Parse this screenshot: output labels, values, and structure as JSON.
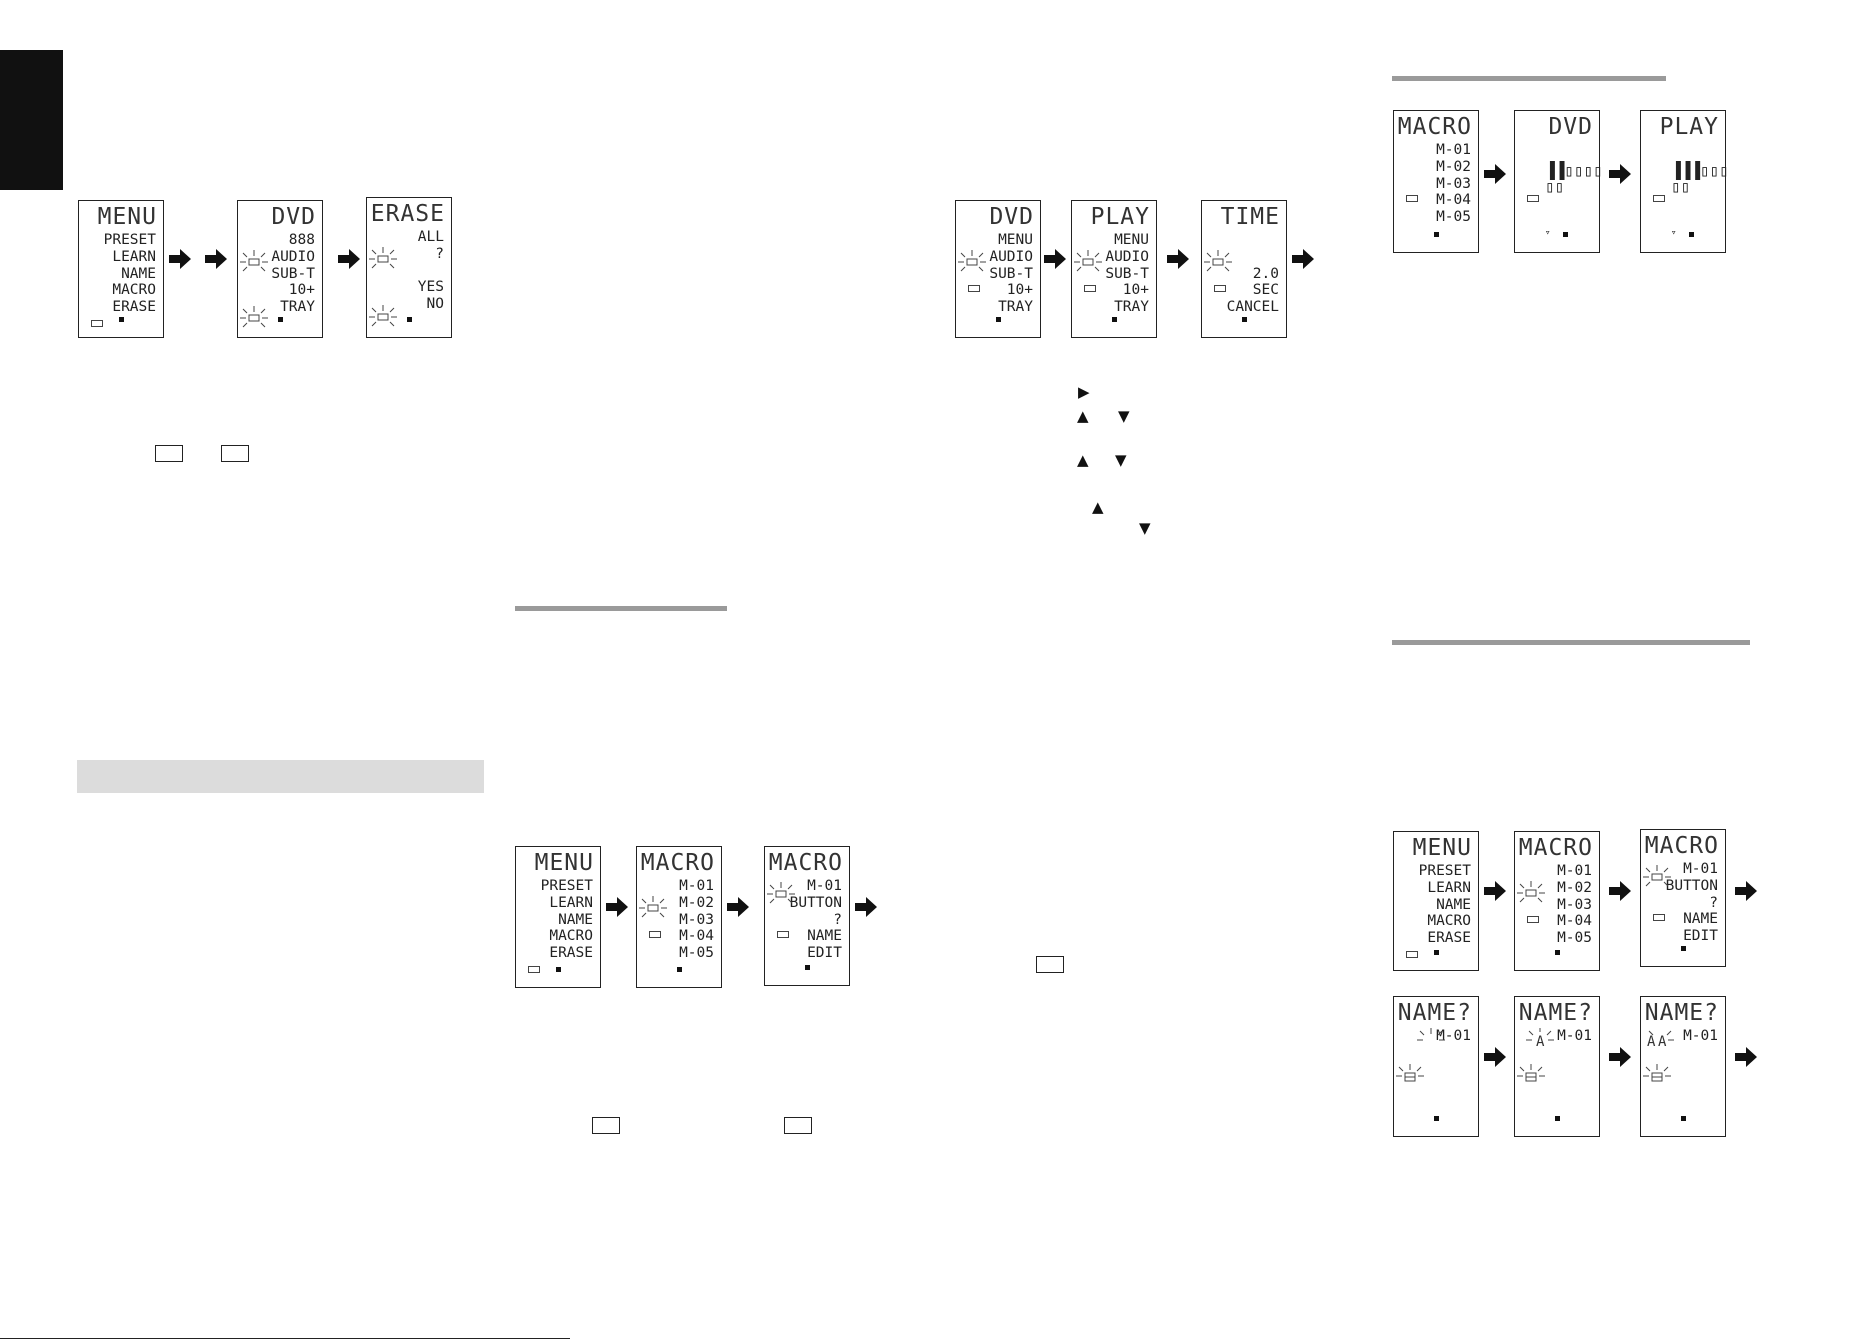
{
  "displays": {
    "d1": {
      "title": "MENU",
      "lines": [
        "PRESET",
        "LEARN",
        "NAME",
        "MACRO",
        "ERASE"
      ]
    },
    "d2": {
      "title": "DVD",
      "lines": [
        "888",
        "AUDIO",
        "SUB-T",
        "10+",
        "TRAY"
      ]
    },
    "d3": {
      "title": "ERASE",
      "lines": [
        "ALL",
        "?",
        "",
        "YES",
        "NO"
      ]
    },
    "d4": {
      "title": "DVD",
      "lines": [
        "MENU",
        "AUDIO",
        "SUB-T",
        "10+",
        "TRAY"
      ]
    },
    "d5": {
      "title": "PLAY",
      "lines": [
        "MENU",
        "AUDIO",
        "SUB-T",
        "10+",
        "TRAY"
      ]
    },
    "d6": {
      "title": "TIME",
      "lines": [
        "",
        "",
        "2.0",
        "SEC",
        "CANCEL"
      ]
    },
    "d7": {
      "title": "MACRO",
      "lines": [
        "M-01",
        "M-02",
        "M-03",
        "M-04",
        "M-05"
      ]
    },
    "d8": {
      "title": "DVD",
      "lines": [
        "▐▐▯▯▯▯",
        "▯▯"
      ]
    },
    "d9": {
      "title": "PLAY",
      "lines": [
        "▐▐▐▯▯▯",
        "▯▯"
      ]
    },
    "d10": {
      "title": "MENU",
      "lines": [
        "PRESET",
        "LEARN",
        "NAME",
        "MACRO",
        "ERASE"
      ]
    },
    "d11": {
      "title": "MACRO",
      "lines": [
        "M-01",
        "M-02",
        "M-03",
        "M-04",
        "M-05"
      ]
    },
    "d12": {
      "title": "MACRO",
      "lines": [
        "M-01",
        "BUTTON",
        "?",
        "NAME",
        "EDIT"
      ]
    },
    "d13": {
      "title": "MENU",
      "lines": [
        "PRESET",
        "LEARN",
        "NAME",
        "MACRO",
        "ERASE"
      ]
    },
    "d14": {
      "title": "MACRO",
      "lines": [
        "M-01",
        "M-02",
        "M-03",
        "M-04",
        "M-05"
      ]
    },
    "d15": {
      "title": "MACRO",
      "lines": [
        "M-01",
        "BUTTON",
        "?",
        "NAME",
        "EDIT"
      ]
    },
    "d16": {
      "title": "NAME?",
      "lines": [
        "M-01"
      ]
    },
    "d17": {
      "title": "NAME?",
      "lines": [
        "M-01"
      ]
    },
    "d18": {
      "title": "NAME?",
      "lines": [
        "M-01"
      ]
    }
  },
  "glyphs": {
    "play": "▶",
    "up": "▲",
    "down": "▼"
  },
  "colors": {
    "rule": "#9a9a9a",
    "note_bar": "#dcdcdc",
    "tab": "#111111"
  }
}
